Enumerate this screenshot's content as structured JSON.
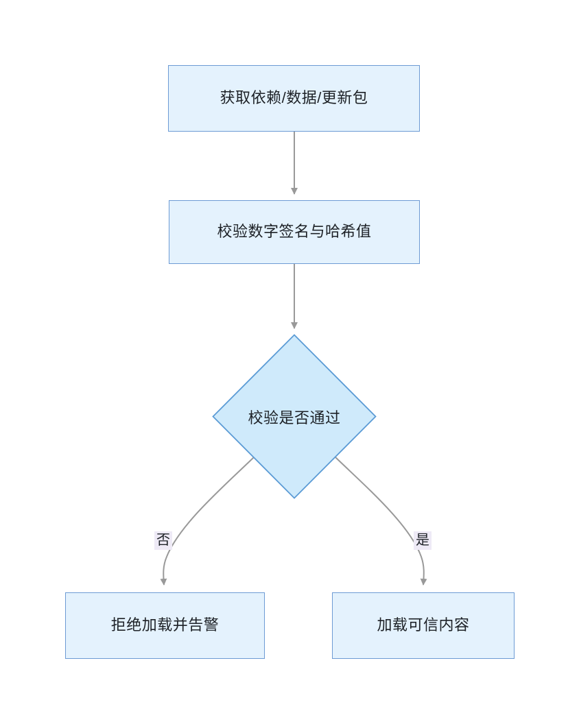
{
  "diagram": {
    "type": "flowchart",
    "direction": "top-down",
    "theme": {
      "node_fill": "#e4f2fd",
      "node_border": "#6c9ad4",
      "node_text": "#1d2126",
      "edge_stroke": "#999999",
      "edge_label_bg": "#eeeaf6",
      "background": "#ffffff"
    },
    "nodes": [
      {
        "id": "fetch",
        "shape": "rect",
        "label": "获取依赖/数据/更新包"
      },
      {
        "id": "verify",
        "shape": "rect",
        "label": "校验数字签名与哈希值"
      },
      {
        "id": "check",
        "shape": "diamond",
        "label": "校验是否通过"
      },
      {
        "id": "reject",
        "shape": "rect",
        "label": "拒绝加载并告警"
      },
      {
        "id": "load",
        "shape": "rect",
        "label": "加载可信内容"
      }
    ],
    "edges": [
      {
        "from": "fetch",
        "to": "verify",
        "label": ""
      },
      {
        "from": "verify",
        "to": "check",
        "label": ""
      },
      {
        "from": "check",
        "to": "reject",
        "label": "否"
      },
      {
        "from": "check",
        "to": "load",
        "label": "是"
      }
    ],
    "edge_labels": {
      "no": "否",
      "yes": "是"
    }
  }
}
